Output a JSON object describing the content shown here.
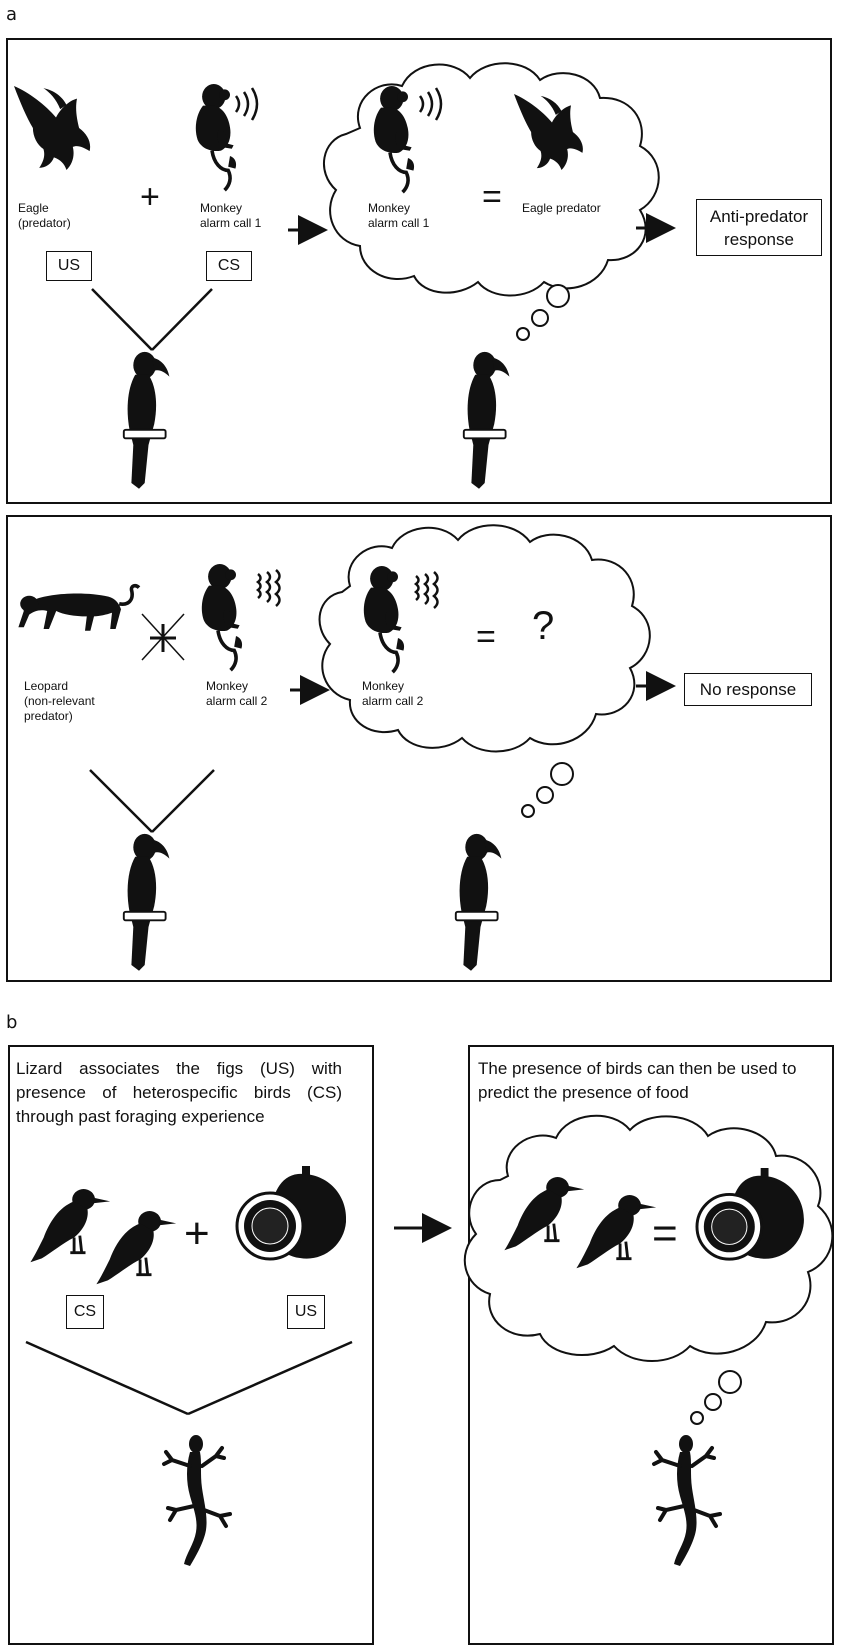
{
  "panel_a": {
    "letter": "a",
    "row1": {
      "eagle_label": "Eagle\n(predator)",
      "monkey_label": "Monkey\nalarm call 1",
      "plus": "+",
      "us_tag": "US",
      "cs_tag": "CS",
      "thought_monkey_label": "Monkey\nalarm call 1",
      "thought_equals": "=",
      "thought_eagle_label": "Eagle predator",
      "response": "Anti-predator\nresponse"
    },
    "row2": {
      "leopard_label": "Leopard\n(non-relevant\npredator)",
      "monkey_label": "Monkey\nalarm call 2",
      "thought_monkey_label": "Monkey\nalarm call 2",
      "thought_equals": "=",
      "thought_question": "?",
      "response": "No response"
    }
  },
  "panel_b": {
    "letter": "b",
    "left_text": "Lizard associates the figs (US) with presence of heterospecific birds (CS) through past foraging experience",
    "right_text": "The presence of birds can then be used to predict the presence of food",
    "cs_tag": "CS",
    "us_tag": "US",
    "plus": "+",
    "equals": "="
  }
}
